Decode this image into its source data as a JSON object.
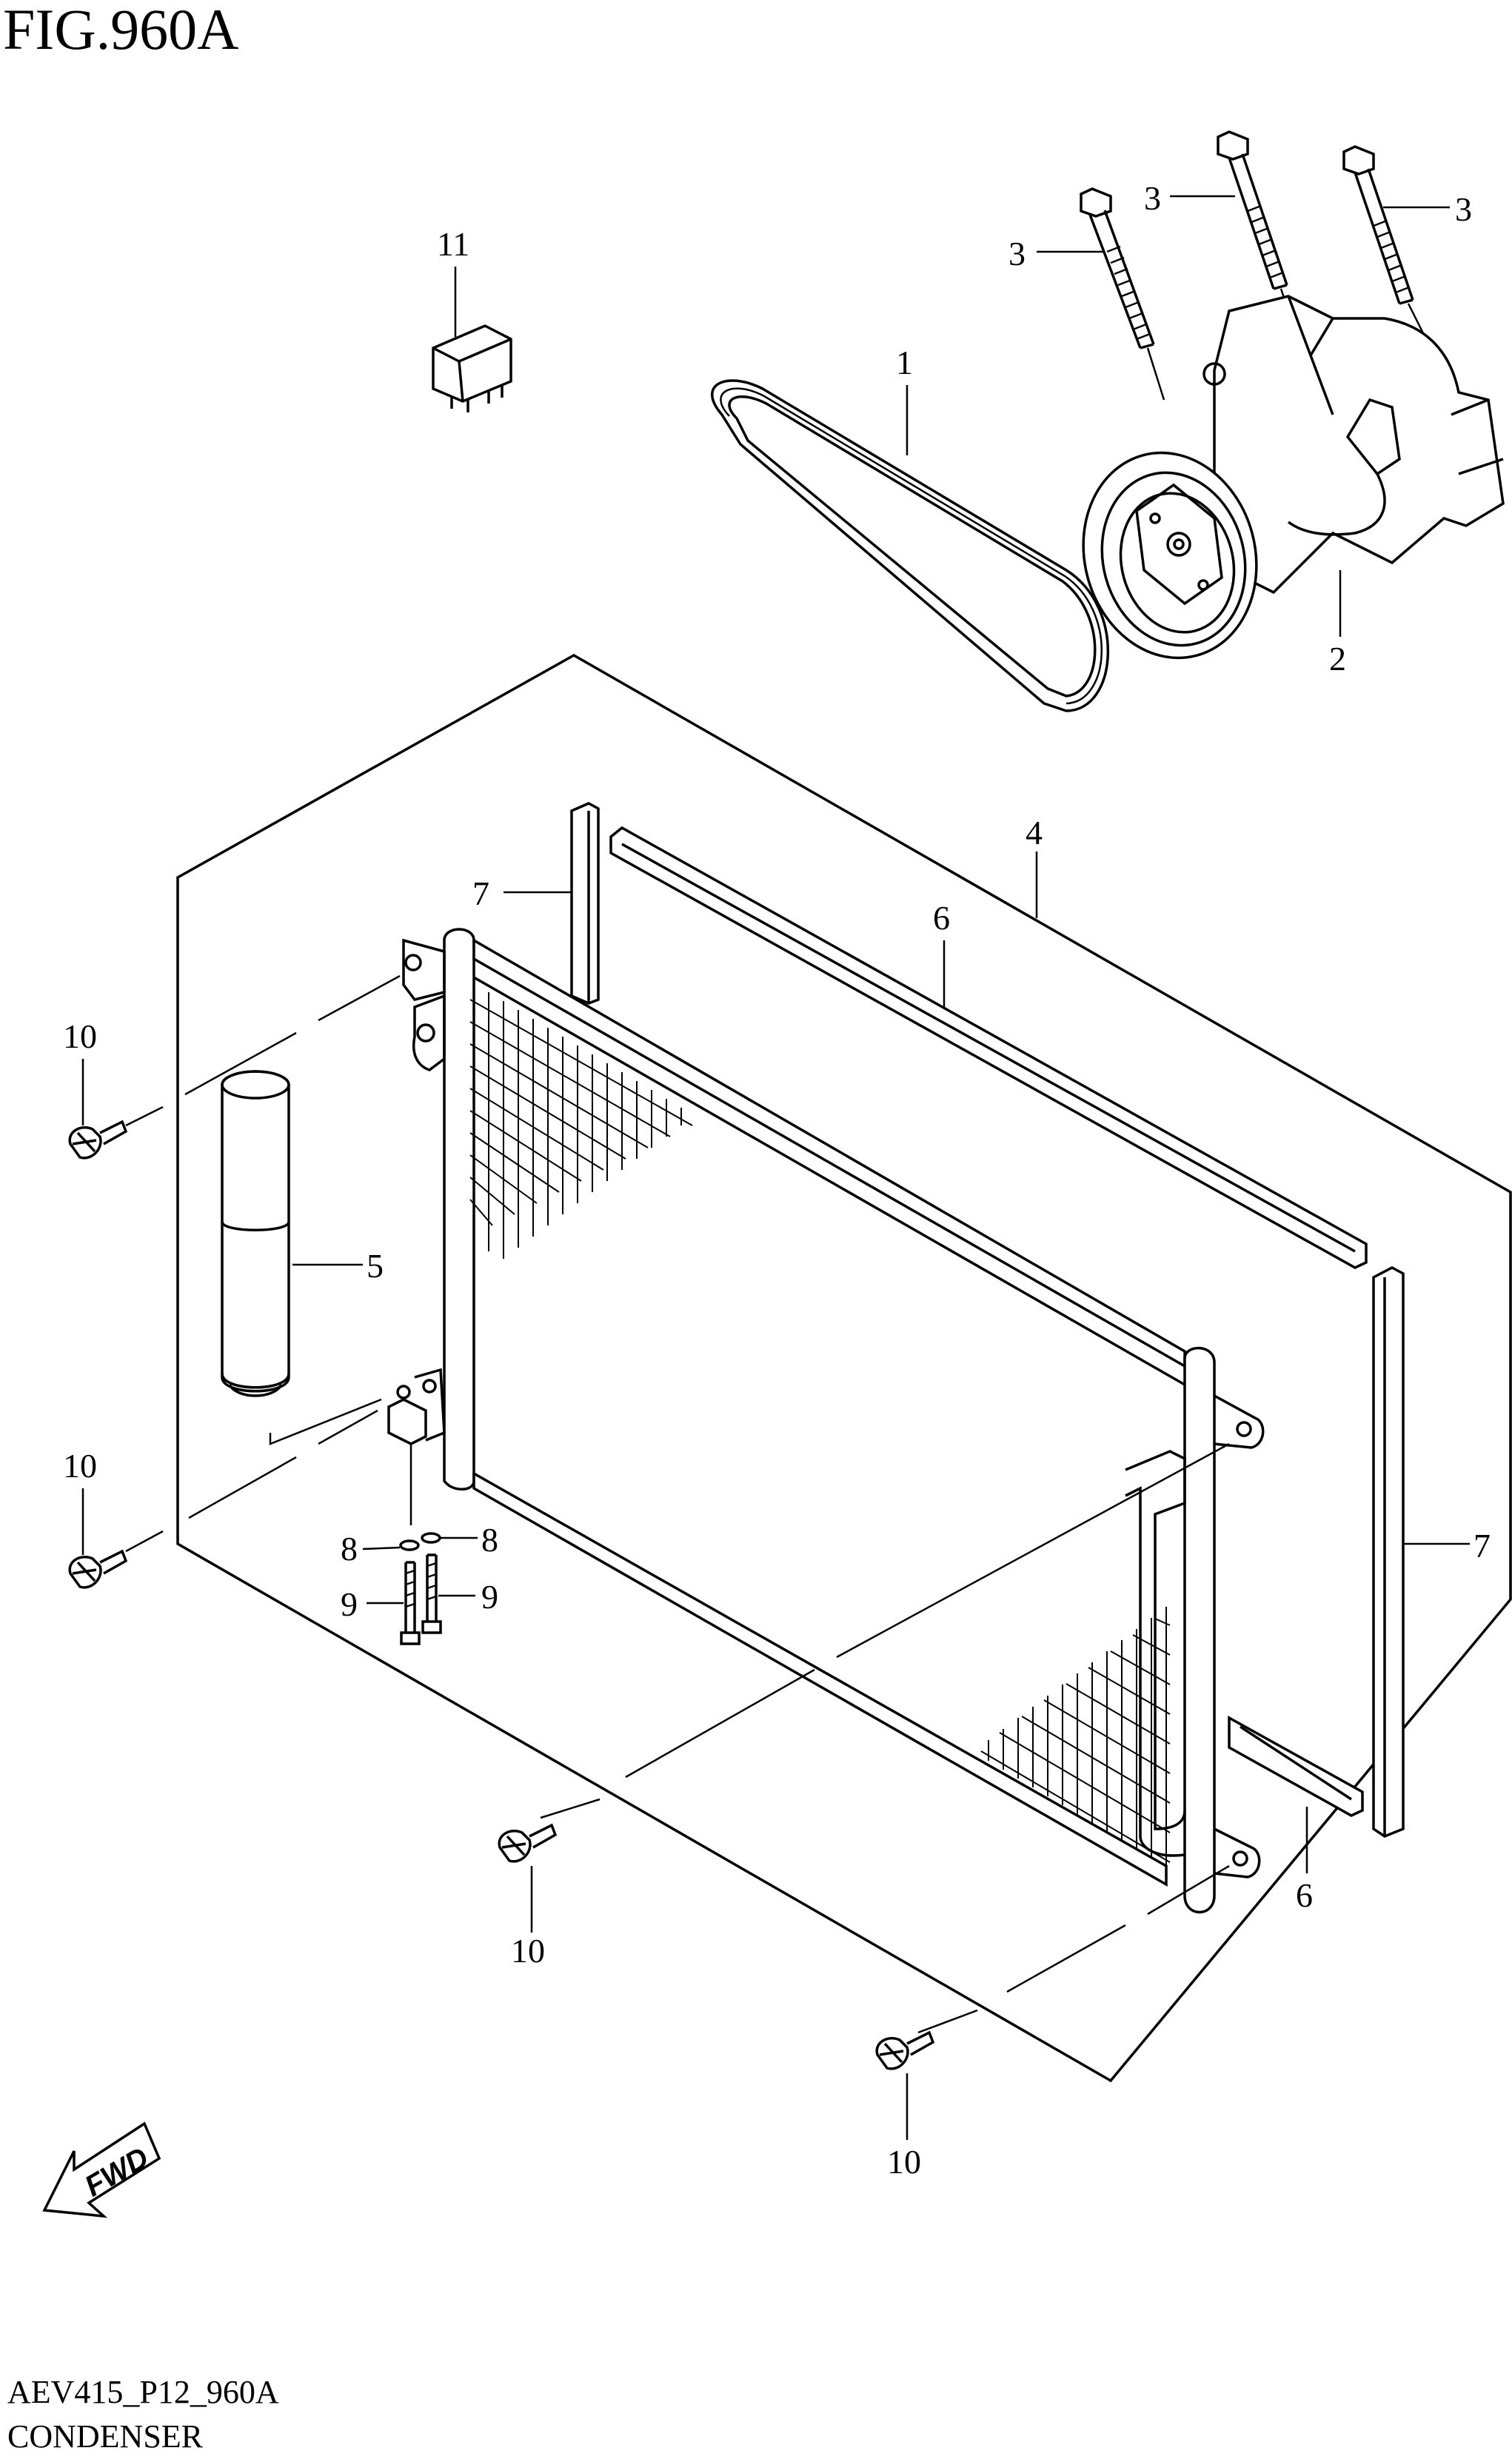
{
  "figure": {
    "title": "FIG.960A",
    "code": "AEV415_P12_960A",
    "name": "CONDENSER"
  },
  "fwd_label": "FWD",
  "callouts": {
    "c1": "1",
    "c2": "2",
    "c3a": "3",
    "c3b": "3",
    "c3c": "3",
    "c4": "4",
    "c5": "5",
    "c6a": "6",
    "c6b": "6",
    "c7a": "7",
    "c7b": "7",
    "c8a": "8",
    "c8b": "8",
    "c9a": "9",
    "c9b": "9",
    "c10a": "10",
    "c10b": "10",
    "c10c": "10",
    "c10d": "10",
    "c11": "11"
  }
}
